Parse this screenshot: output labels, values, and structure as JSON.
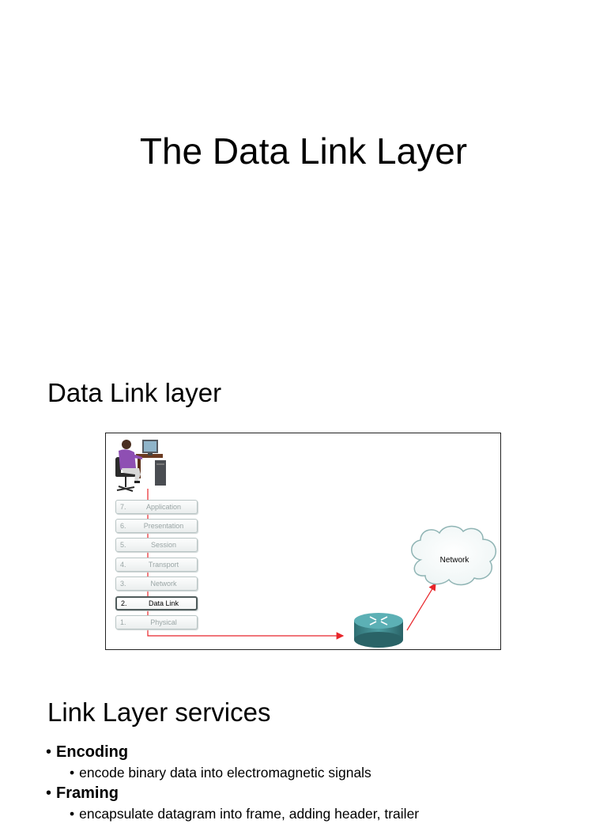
{
  "slide1": {
    "title": "The Data Link Layer"
  },
  "slide2": {
    "title": "Data Link layer",
    "figure": {
      "osi_layers": [
        {
          "number": "7.",
          "name": "Application",
          "active": false
        },
        {
          "number": "6.",
          "name": "Presentation",
          "active": false
        },
        {
          "number": "5.",
          "name": "Session",
          "active": false
        },
        {
          "number": "4.",
          "name": "Transport",
          "active": false
        },
        {
          "number": "3.",
          "name": "Network",
          "active": false
        },
        {
          "number": "2.",
          "name": "Data Link",
          "active": true
        },
        {
          "number": "1.",
          "name": "Physical",
          "active": false
        }
      ],
      "cloud_label": "Network",
      "arrow_color": "#e8252a",
      "router_color": "#3f8a8e",
      "icons": [
        "user-at-computer-icon",
        "router-icon",
        "network-cloud-icon"
      ]
    }
  },
  "slide3": {
    "title": "Link Layer services",
    "bullets": [
      {
        "label": "Encoding",
        "sub": "encode binary data into electromagnetic signals"
      },
      {
        "label": "Framing",
        "sub": "encapsulate datagram into frame, adding header, trailer"
      }
    ]
  }
}
